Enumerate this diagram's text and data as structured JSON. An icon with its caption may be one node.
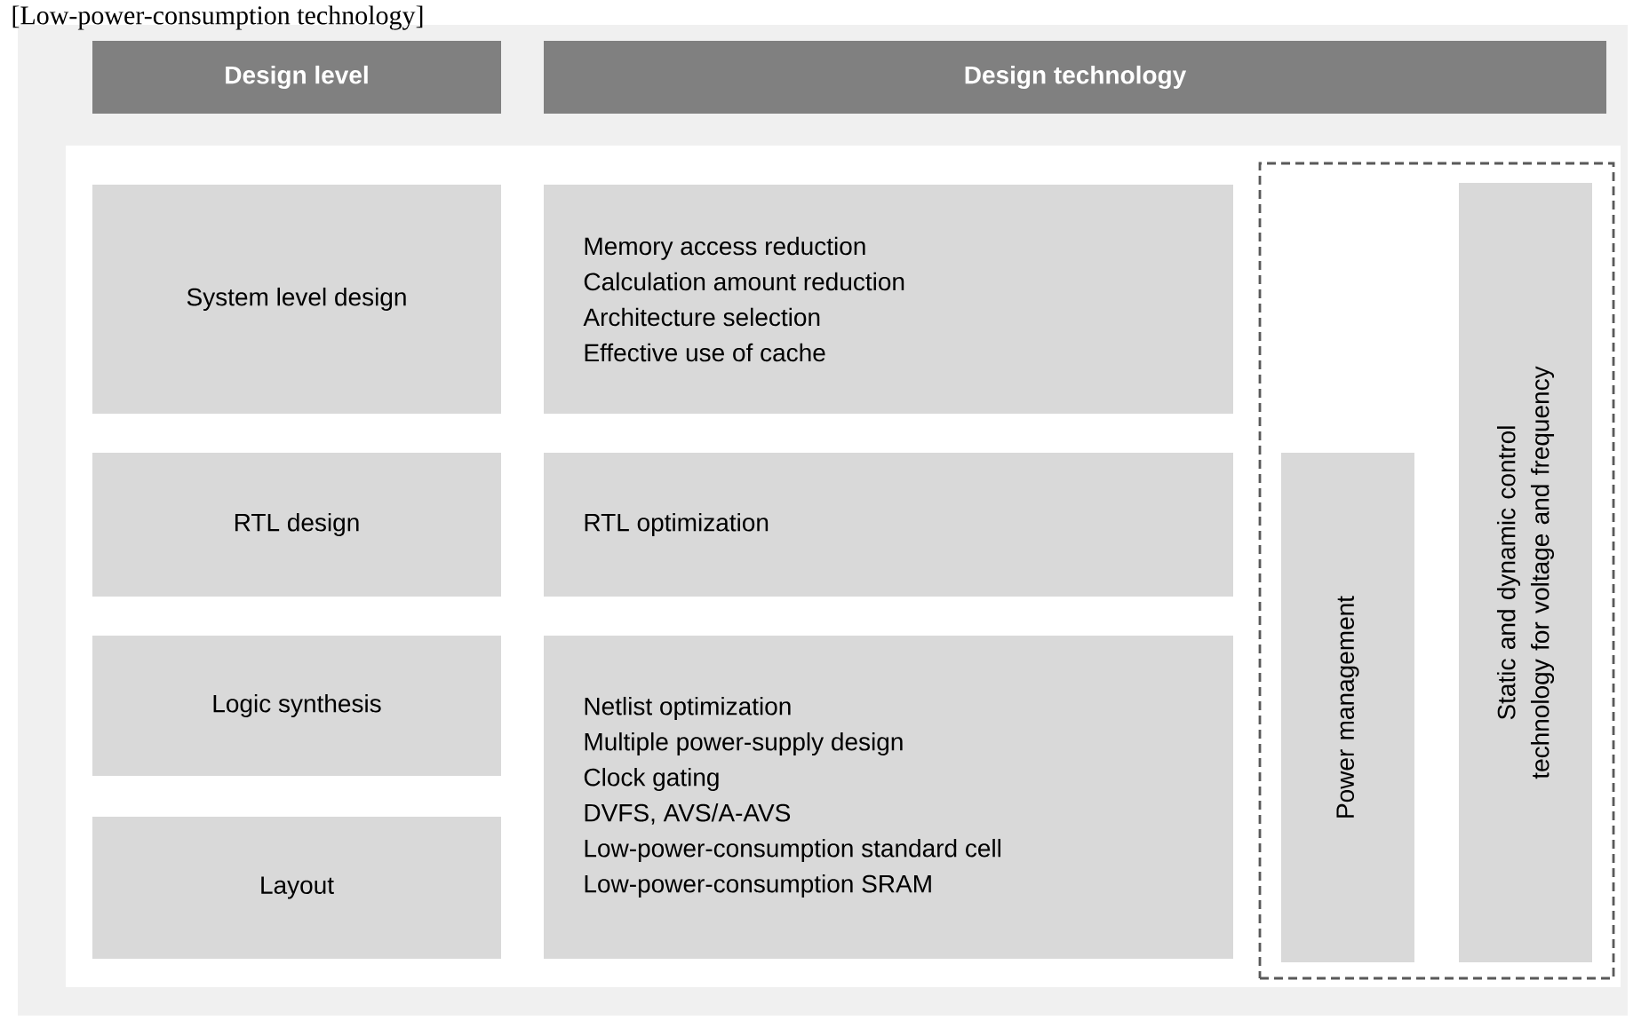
{
  "diagram": {
    "title": "[Low-power-consumption technology]",
    "nodes": [
      {
        "text": [
          "Design level"
        ]
      },
      {
        "text": [
          "Design technology"
        ]
      },
      {
        "text": [
          "System level design"
        ]
      },
      {
        "text": [
          "RTL design"
        ]
      },
      {
        "text": [
          "Logic synthesis"
        ]
      },
      {
        "text": [
          "Layout"
        ]
      },
      {
        "text": [
          "Memory access reduction",
          "Calculation amount reduction",
          "Architecture selection",
          "Effective use of cache"
        ]
      },
      {
        "text": [
          "RTL optimization"
        ]
      },
      {
        "text": [
          "Netlist optimization",
          "Multiple power-supply design",
          "Clock gating",
          "DVFS, AVS/A-AVS",
          "Low-power-consumption standard cell",
          "Low-power-consumption SRAM"
        ]
      },
      {
        "text": [],
        "shape": "box"
      },
      {
        "text": [
          "Power management"
        ],
        "in": 9
      },
      {
        "text": [
          "Static and dynamic control technology for voltage and frequency"
        ],
        "in": 9
      }
    ]
  }
}
